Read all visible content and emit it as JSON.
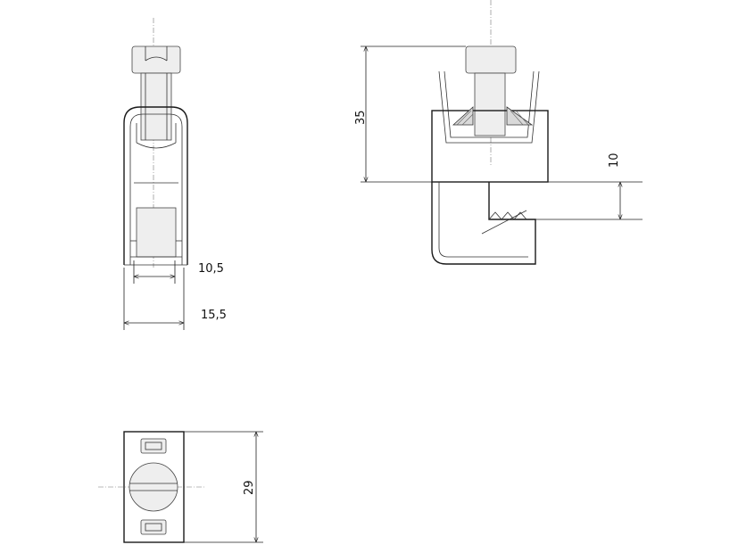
{
  "dimensions": {
    "front_inner_width": "10,5",
    "front_outer_width": "15,5",
    "side_height": "35",
    "side_jaw_height": "10",
    "top_length": "29"
  }
}
